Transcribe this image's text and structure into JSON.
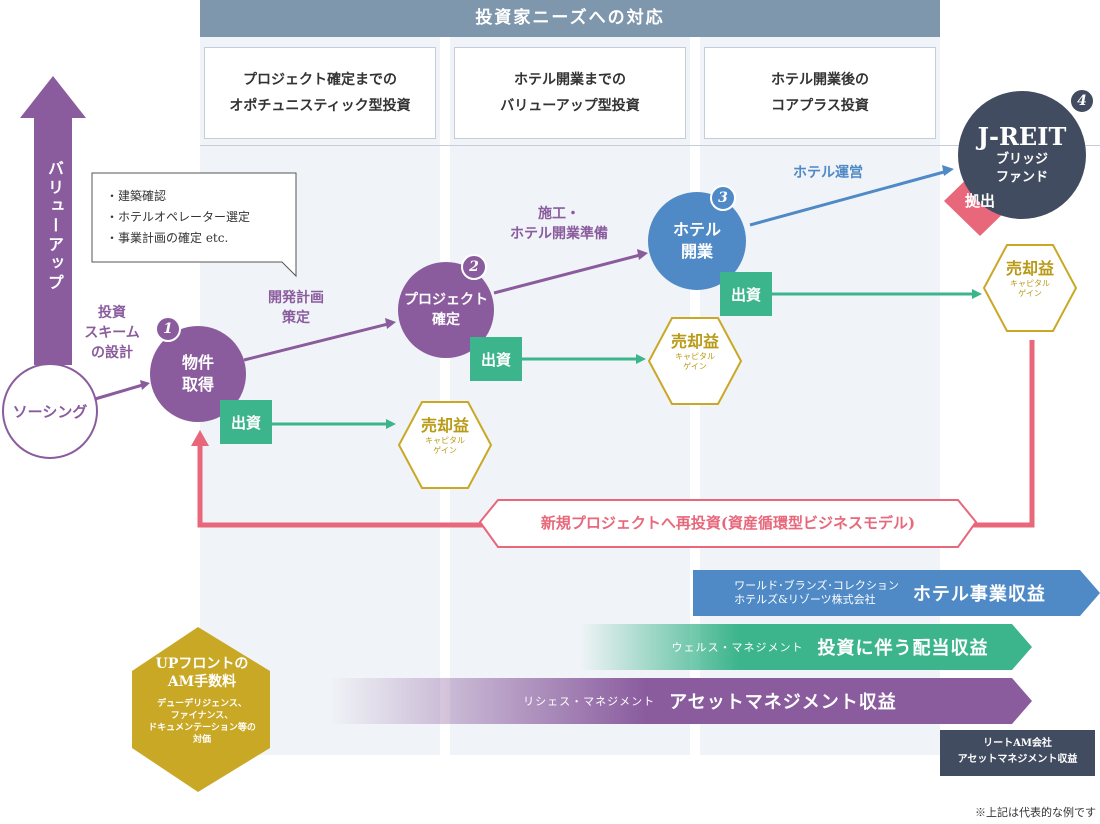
{
  "header": {
    "title": "投資家ニーズへの対応"
  },
  "columns": [
    {
      "label": "プロジェクト確定までの\nオポチュニスティック型投資"
    },
    {
      "label": "ホテル開業までの\nバリューアップ型投資"
    },
    {
      "label": "ホテル開業後の\nコアプラス投資"
    }
  ],
  "value_up_label": "バリューアップ",
  "sourcing": "ソーシング",
  "scheme_label": "投資\nスキーム\nの設計",
  "note_items": [
    "・建築確認",
    "・ホテルオペレーター選定",
    "・事業計画の確定 etc."
  ],
  "dev_plan_label": "開発計画\n策定",
  "construction_label": "施工・\nホテル開業準備",
  "hotel_ops_label": "ホテル運営",
  "steps": [
    {
      "num": "1",
      "label": "物件\n取得"
    },
    {
      "num": "2",
      "label": "プロジェクト\n確定"
    },
    {
      "num": "3",
      "label": "ホテル\n開業"
    }
  ],
  "jreit": {
    "num": "4",
    "title": "J-REIT",
    "sub": "ブリッジ\nファンド",
    "exit": "拠出"
  },
  "investment_label": "出資",
  "gain": {
    "main": "売却益",
    "sub1": "キャピタル",
    "sub2": "ゲイン"
  },
  "reinvest": "新規プロジェクトへ再投資(資産循環型ビジネスモデル)",
  "revenues": [
    {
      "company": "ワールド･ブランズ･コレクション\nホテルズ&リゾーツ株式会社",
      "label": "ホテル事業収益",
      "color": "#4f8ac7"
    },
    {
      "company": "ウェルス・マネジメント",
      "label": "投資に伴う配当収益",
      "color": "#3db58c"
    },
    {
      "company": "リシェス・マネジメント",
      "label": "アセットマネジメント収益",
      "color": "#8a5c9e"
    }
  ],
  "upfront": {
    "title": "UPフロントの\nAM手数料",
    "desc": "デューデリジェンス、\nファイナンス、\nドキュメンテーション等の\n対価"
  },
  "reit_am": "リートAM会社\nアセットマネジメント収益",
  "footnote": "※上記は代表的な例です",
  "colors": {
    "purple": "#8a5c9e",
    "blue": "#4f8ac7",
    "green": "#3db58c",
    "red": "#e8677a",
    "gold": "#c9a825",
    "navy": "#424c60"
  }
}
